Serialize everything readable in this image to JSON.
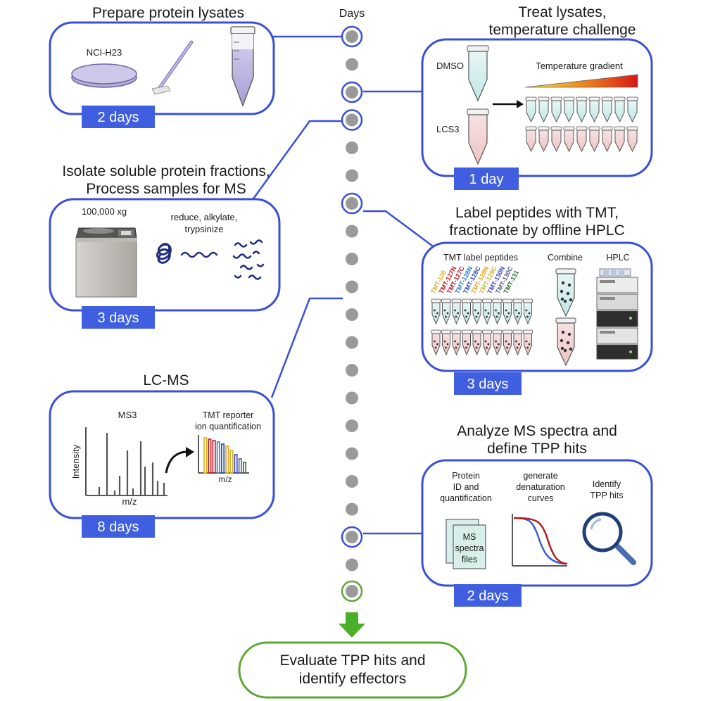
{
  "timeline": {
    "header": "Days",
    "final_label_line1": "Evaluate TPP hits and",
    "final_label_line2": "identify effectors"
  },
  "steps": [
    {
      "title_lines": [
        "Prepare protein lysates"
      ],
      "duration": "2 days",
      "labels": {
        "cell_line": "NCI-H23"
      }
    },
    {
      "title_lines": [
        "Treat lysates,",
        "temperature challenge"
      ],
      "duration": "1 day",
      "labels": {
        "dmso": "DMSO",
        "lcs3": "LCS3",
        "gradient": "Temperature gradient"
      }
    },
    {
      "title_lines": [
        "Isolate soluble protein fractions,",
        "Process samples for MS"
      ],
      "duration": "3 days",
      "labels": {
        "speed": "100,000 xg",
        "process_line1": "reduce, alkylate,",
        "process_line2": "trypsinize"
      }
    },
    {
      "title_lines": [
        "Label peptides with TMT,",
        "fractionate by offline HPLC"
      ],
      "duration": "3 days",
      "labels": {
        "tmt": "TMT label peptides",
        "combine": "Combine",
        "hplc": "HPLC",
        "tags": [
          "TMT-126",
          "TMT-127N",
          "TMT-127C",
          "TMT-128N",
          "TMT-128C",
          "TMT-129N",
          "TMT-129C",
          "TMT-130N",
          "TMT-130C",
          "TMT-131"
        ]
      }
    },
    {
      "title_lines": [
        "LC-MS"
      ],
      "duration": "8 days",
      "labels": {
        "ms3": "MS3",
        "reporter_line1": "TMT reporter",
        "reporter_line2": "ion quantification",
        "intensity": "Intensity",
        "mz": "m/z",
        "mz_small": "m/z"
      }
    },
    {
      "title_lines": [
        "Analyze MS spectra and",
        "define TPP hits"
      ],
      "duration": "2 days",
      "labels": {
        "protein_line1": "Protein",
        "protein_line2": "ID and",
        "protein_line3": "quantification",
        "curves_line1": "generate",
        "curves_line2": "denaturation",
        "curves_line3": "curves",
        "identify_line1": "Identify",
        "identify_line2": "TPP hits",
        "file_line1": "MS",
        "file_line2": "spectra",
        "file_line3": "files"
      }
    }
  ],
  "colors": {
    "accent_blue": "#3a50d6",
    "duration_fill": "#3f5fe0",
    "timeline_dot": "#9a9a9a",
    "final_green": "#5aa832",
    "arrow_green": "#4caf2a"
  },
  "tag_colors": [
    "#e0b020",
    "#c21818",
    "#b0182a",
    "#2a7fd0",
    "#2c4aa8",
    "#e2a51d",
    "#c9b030",
    "#3b43c0",
    "#525e8a",
    "#2f6a2f"
  ],
  "icons": [
    "petri-dish-icon",
    "cell-scraper-icon",
    "tube-icon",
    "centrifuge-icon",
    "peptide-icon",
    "mass-spectrum-icon",
    "hplc-icon",
    "spectra-file-icon",
    "magnifier-icon",
    "denaturation-curve-icon"
  ]
}
